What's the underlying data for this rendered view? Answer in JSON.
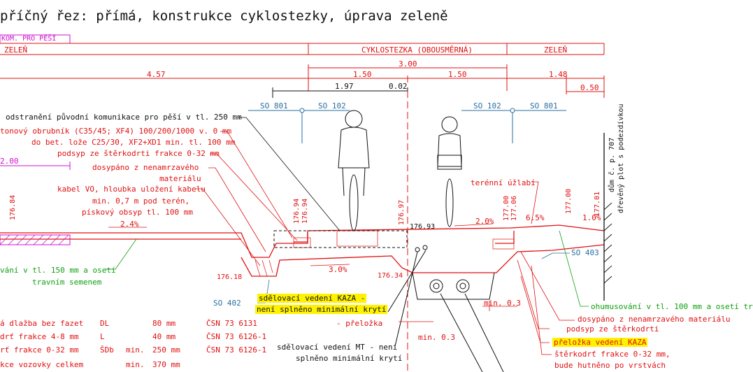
{
  "title": "příčný řez: přímá, konstrukce cyklostezky, úprava zeleně",
  "header": {
    "kom_pro_pesi": "KOM. PRO PĚŠÍ",
    "zelen_left": "ZELEŇ",
    "cyklostezka": "CYKLOSTEZKA (OBOUSMĚRNÁ)",
    "zelen_right": "ZELEŇ"
  },
  "dimensions": {
    "d457": "4.57",
    "d300": "3.00",
    "d150a": "1.50",
    "d150b": "1.50",
    "d148": "1.48",
    "d050": "0.50",
    "d197": "1.97",
    "d002": "0.02",
    "d200": "2.00"
  },
  "so_labels": {
    "so801_left": "SO 801",
    "so102_left": "SO 102",
    "so102_right": "SO 102",
    "so801_right": "SO 801",
    "so402": "SO 402",
    "so403": "SO 403"
  },
  "elevations": {
    "e17684": "176.84",
    "e17694a": "176.94",
    "e17694b": "176.94",
    "e17697": "176.97",
    "e17693": "176.93",
    "e17700a": "177.00",
    "e17706": "177.06",
    "e17700b": "177.00",
    "e17701": "177.01",
    "e17618": "176.18",
    "e17634": "176.34"
  },
  "slopes": {
    "s24": "2.4%",
    "s30": "3.0%",
    "s20": "2.0%",
    "s65": "6.5%",
    "s10": "1.0%"
  },
  "annotations": {
    "a1": "odstranění původní komunikace pro pěší v tl. 250 mm",
    "a2": "tonový obrubník (C35/45; XF4) 100/200/1000 v. 0 mm",
    "a3": "do bet. lože C25/30, XF2+XD1 min. tl. 100 mm",
    "a4": "podsyp ze štěrkodrti frakce 0-32 mm",
    "a5": "dosypáno z nenamrzavého",
    "a5b": "materiálu",
    "a6": "kabel VO, hloubka uložení kabelu",
    "a6b": "min. 0,7 m pod terén,",
    "a6c": "pískový obsyp tl. 100 mm",
    "a7": "vání v tl. 150 mm a osetí",
    "a7b": "travním semenem",
    "a8": "terénní úžlabí",
    "a9": "sdělovací vedení KAZA -",
    "a9b": "není splněno minimální krytí",
    "a9c": "- přeložka",
    "a10": "sdělovací vedení MT - není",
    "a10b": "splněno minimální krytí",
    "a11": "min. 0.3",
    "a12": "min. 0.3",
    "a13": "ohumusování v tl. 100 mm a osetí trav",
    "a14": "dosypáno z nenamrzavého materiálu",
    "a15": "podsyp ze štěrkodrti",
    "a16": "přeložka vedení KAZA",
    "a17": "štěrkodrť frakce 0-32 mm,",
    "a18": "bude hutněno po vrstvách",
    "house1": "dům č. p. 707",
    "house2": "dřevěný plot s podezdívkou"
  },
  "legend_rows": [
    {
      "name": "á dlažba bez fazet",
      "code": "DL",
      "qual": "",
      "thick": "80 mm",
      "norm": "ČSN 73 6131"
    },
    {
      "name": "drť frakce 4-8 mm",
      "code": "L",
      "qual": "",
      "thick": "40 mm",
      "norm": "ČSN 73 6126-1"
    },
    {
      "name": "rť frakce 0-32 mm",
      "code": "ŠDb",
      "qual": "min.",
      "thick": "250 mm",
      "norm": "ČSN 73 6126-1"
    },
    {
      "name": "kce vozovky celkem",
      "code": "",
      "qual": "min.",
      "thick": "370 mm",
      "norm": ""
    }
  ]
}
